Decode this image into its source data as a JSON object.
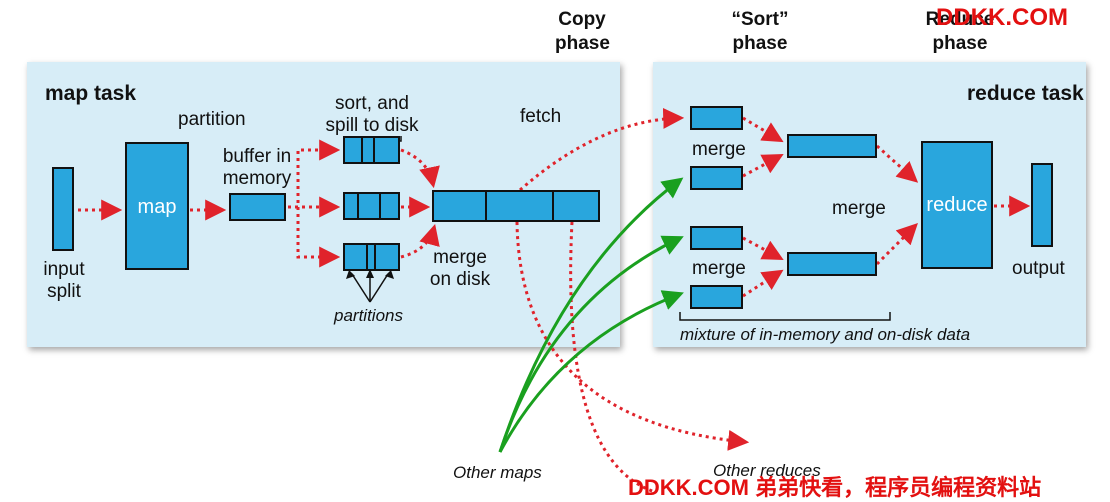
{
  "phases": {
    "copy": [
      "Copy",
      "phase"
    ],
    "sort": [
      "“Sort”",
      "phase"
    ],
    "reduce": [
      "Reduce",
      "phase"
    ]
  },
  "map_task": {
    "title": "map task",
    "partition": "partition",
    "map": "map",
    "buffer": [
      "buffer in",
      "memory"
    ],
    "sort_spill": [
      "sort, and",
      "spill to disk"
    ],
    "partitions": "partitions",
    "merge_on_disk": [
      "merge",
      "on disk"
    ],
    "input_split": [
      "input",
      "split"
    ]
  },
  "fetch": "fetch",
  "reduce_task": {
    "title": "reduce task",
    "merge1": "merge",
    "merge2": "merge",
    "merge_center": "merge",
    "reduce": "reduce",
    "output": "output",
    "mixture": "mixture of in-memory and on-disk data"
  },
  "other_maps": "Other maps",
  "other_reduces": "Other reduces",
  "watermark": {
    "top": "DDKK.COM",
    "bottom": "DDKK.COM 弟弟快看，程序员编程资料站"
  },
  "colors": {
    "panel": "#d7edf7",
    "box": "#29a6dd",
    "red_arrow": "#e0232b",
    "green_arrow": "#1aa01f"
  }
}
